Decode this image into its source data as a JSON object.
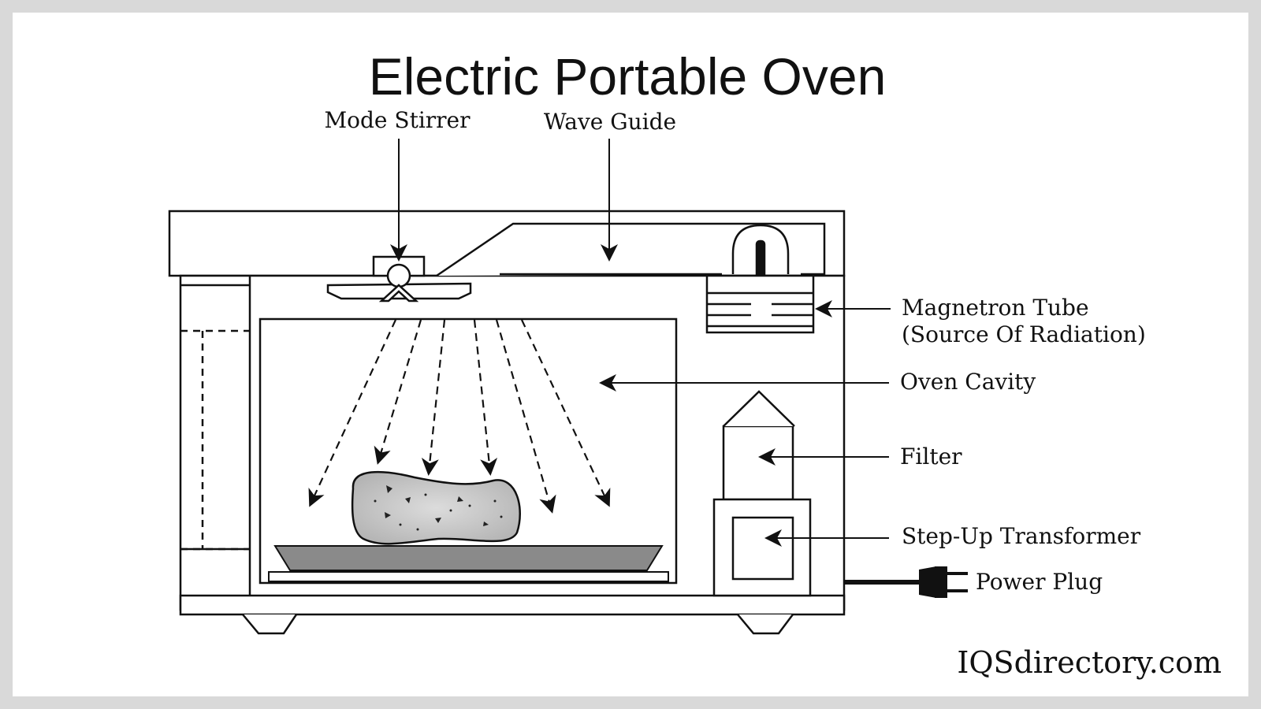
{
  "title": "Electric Portable Oven",
  "labels": {
    "mode_stirrer": "Mode Stirrer",
    "wave_guide": "Wave Guide",
    "magnetron_line1": "Magnetron Tube",
    "magnetron_line2": "(Source Of Radiation)",
    "oven_cavity": "Oven Cavity",
    "filter": "Filter",
    "transformer": "Step-Up Transformer",
    "power_plug": "Power Plug"
  },
  "brand": "IQSdirectory.com",
  "colors": {
    "background": "#d9d9d9",
    "panel": "#ffffff",
    "line": "#111111",
    "tray": "#8a8a8a",
    "food": "#c8c8c8"
  }
}
